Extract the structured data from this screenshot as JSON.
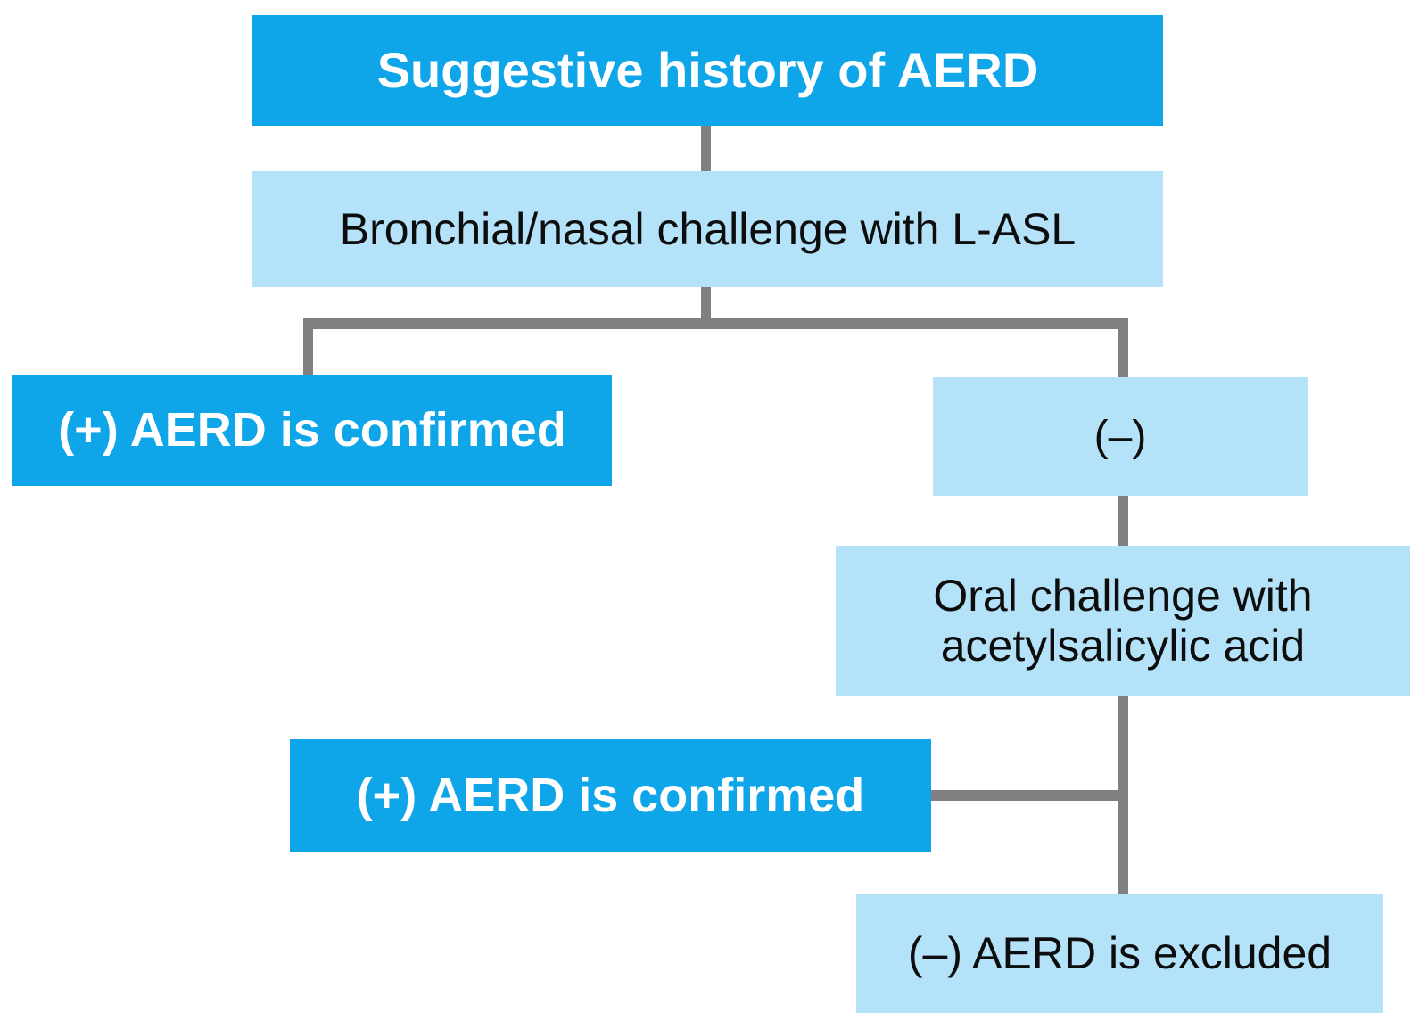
{
  "diagram": {
    "title": "AERD diagnostic algorithm flowchart",
    "colors": {
      "dark_blue": "#0FA5E9",
      "light_blue": "#B4E2F8",
      "connector_gray": "#808083",
      "text_on_dark": "#FFFFFF",
      "text_on_light": "#0D0D0D",
      "background": "#FFFFFF"
    },
    "nodes": {
      "history": "Suggestive history of AERD",
      "challenge": "Bronchial/nasal challenge with L-ASL",
      "confirmed_1": "(+) AERD is confirmed",
      "negative": "(–)",
      "oral": "Oral challenge with\nacetylsalicylic acid",
      "confirmed_2": "(+) AERD is confirmed",
      "excluded": "(–) AERD is excluded"
    }
  },
  "chart_data": {
    "type": "diagram",
    "subtype": "flowchart",
    "title": "Suggestive history of AERD",
    "nodes": [
      {
        "id": "history",
        "label": "Suggestive history of AERD",
        "style": "dark",
        "level": 0
      },
      {
        "id": "challenge",
        "label": "Bronchial/nasal challenge with L-ASL",
        "style": "light",
        "level": 1
      },
      {
        "id": "confirmed_1",
        "label": "(+) AERD is confirmed",
        "style": "dark",
        "level": 2
      },
      {
        "id": "negative",
        "label": "(–)",
        "style": "light",
        "level": 2
      },
      {
        "id": "oral",
        "label": "Oral challenge with acetylsalicylic acid",
        "style": "light",
        "level": 3
      },
      {
        "id": "confirmed_2",
        "label": "(+) AERD is confirmed",
        "style": "dark",
        "level": 4
      },
      {
        "id": "excluded",
        "label": "(–) AERD is excluded",
        "style": "light",
        "level": 5
      }
    ],
    "edges": [
      {
        "from": "history",
        "to": "challenge",
        "label": ""
      },
      {
        "from": "challenge",
        "to": "confirmed_1",
        "label": "(+)"
      },
      {
        "from": "challenge",
        "to": "negative",
        "label": "(–)"
      },
      {
        "from": "negative",
        "to": "oral",
        "label": ""
      },
      {
        "from": "oral",
        "to": "confirmed_2",
        "label": "(+)"
      },
      {
        "from": "oral",
        "to": "excluded",
        "label": "(–)"
      }
    ]
  }
}
